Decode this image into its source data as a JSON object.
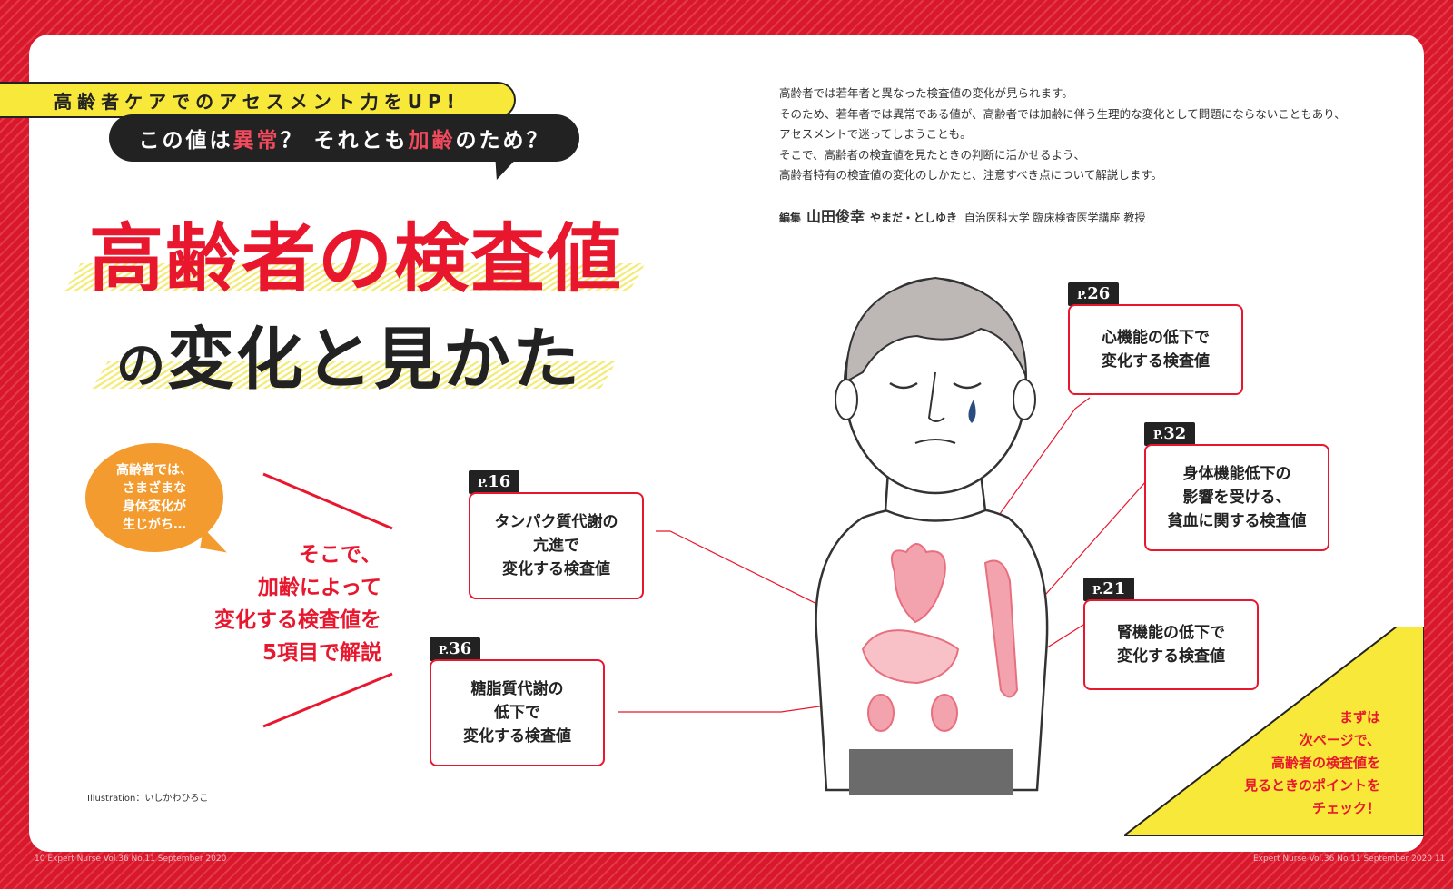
{
  "header": {
    "yellow_band": "高齢者ケアでのアセスメント力をUP!",
    "bubble_pre": "この値は",
    "bubble_hl1": "異常",
    "bubble_mid": "？ それとも",
    "bubble_hl2": "加齢",
    "bubble_post": "のため？"
  },
  "title": {
    "line1": "高齢者の検査値",
    "line2_small": "の",
    "line2": "変化と見かた"
  },
  "orange_bubble": {
    "lines": [
      "高齢者では、",
      "さまざまな",
      "身体変化が",
      "生じがち…"
    ]
  },
  "red_caption": {
    "lines": [
      "そこで、",
      "加齢によって",
      "変化する検査値を",
      "5項目で解説"
    ]
  },
  "intro": {
    "lines": [
      "高齢者では若年者と異なった検査値の変化が見られます。",
      "そのため、若年者では異常である値が、高齢者では加齢に伴う生理的な変化として問題にならないこともあり、",
      "アセスメントで迷ってしまうことも。",
      "そこで、高齢者の検査値を見たときの判断に活かせるよう、",
      "高齢者特有の検査値の変化のしかたと、注意すべき点について解説します。"
    ]
  },
  "editor": {
    "label": "編集",
    "name": "山田俊幸",
    "kana": "やまだ・としゆき",
    "affiliation": "自治医科大学 臨床検査医学講座 教授"
  },
  "cards": [
    {
      "tag": "16",
      "lines": [
        "タンパク質代謝の",
        "亢進で",
        "変化する検査値"
      ]
    },
    {
      "tag": "36",
      "lines": [
        "糖脂質代謝の",
        "低下で",
        "変化する検査値"
      ]
    },
    {
      "tag": "26",
      "lines": [
        "心機能の低下で",
        "変化する検査値"
      ]
    },
    {
      "tag": "32",
      "lines": [
        "身体機能低下の",
        "影響を受ける、",
        "貧血に関する検査値"
      ]
    },
    {
      "tag": "21",
      "lines": [
        "腎機能の低下で",
        "変化する検査値"
      ]
    }
  ],
  "tag_prefix": "P.",
  "corner_note": {
    "lines": [
      "まずは",
      "次ページで、",
      "高齢者の検査値を",
      "見るときのポイントを",
      "チェック！"
    ]
  },
  "illustration_credit": "Illustration：いしかわひろこ",
  "footer": {
    "left": "10  Expert Nurse Vol.36 No.11 September 2020",
    "right": "Expert Nurse Vol.36 No.11 September 2020  11"
  },
  "colors": {
    "accent_red": "#e8172e",
    "yellow": "#f7e83a",
    "orange": "#f39b2f",
    "dark": "#222222"
  }
}
